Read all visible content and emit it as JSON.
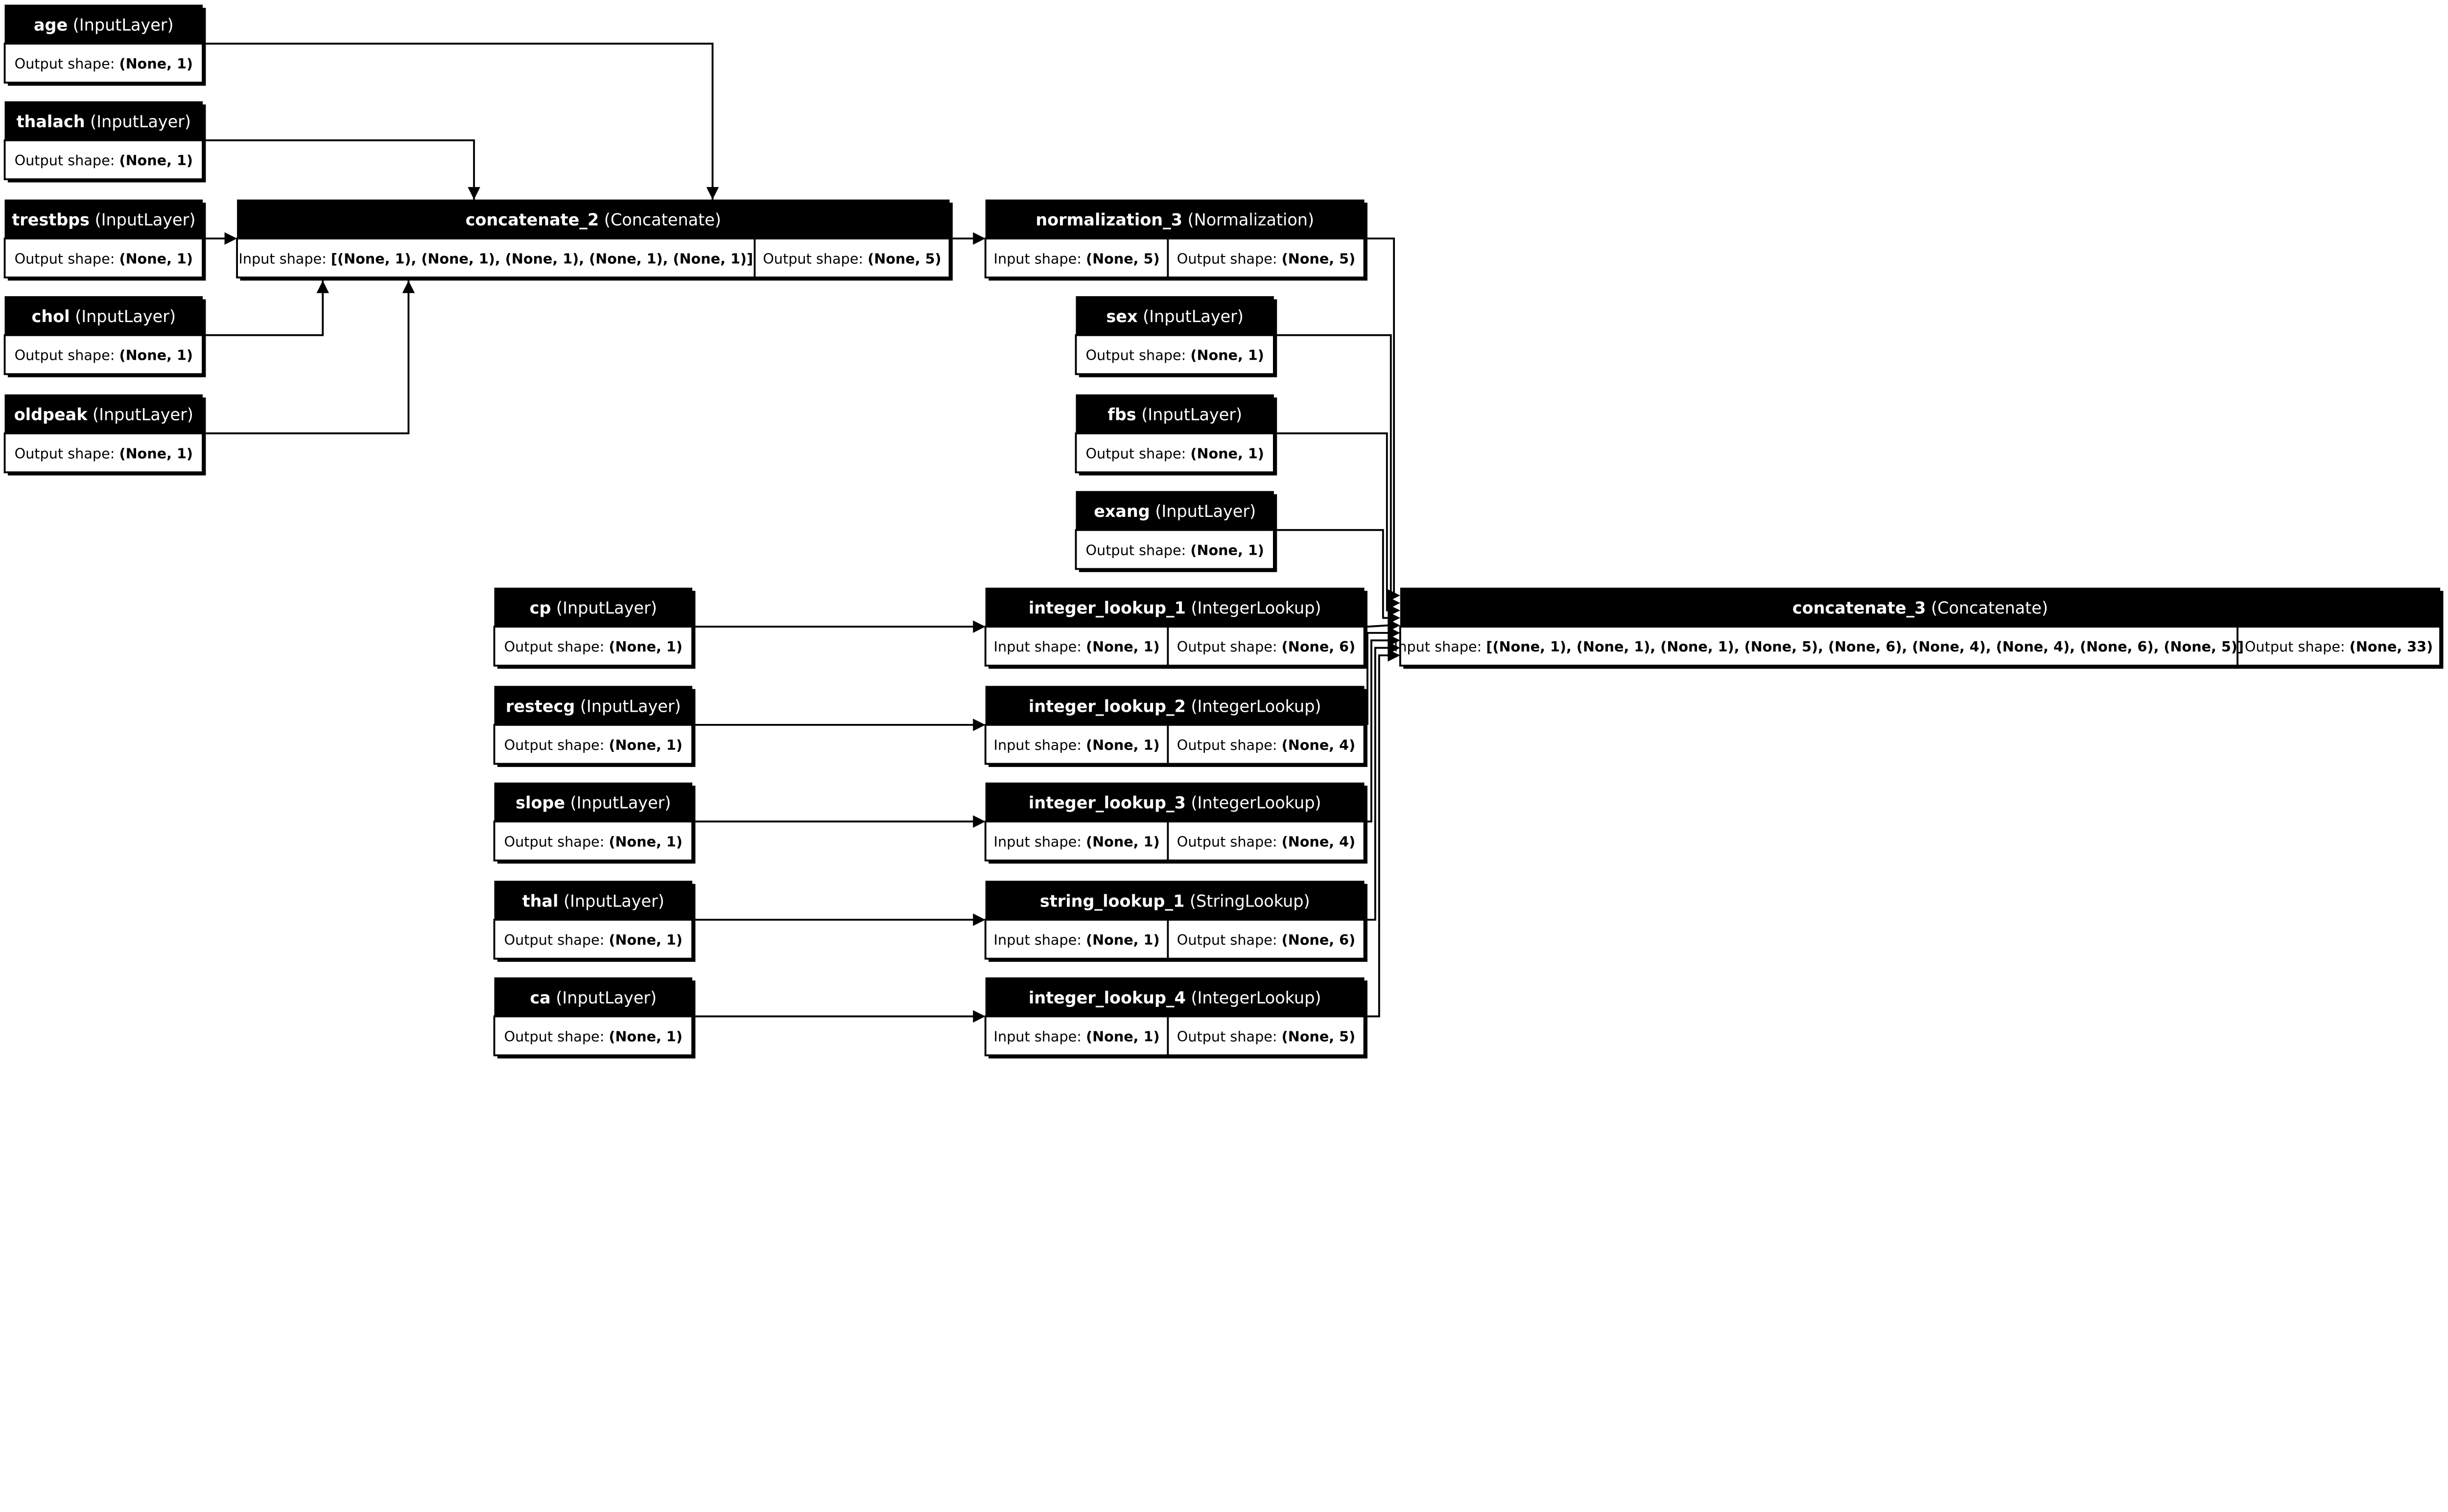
{
  "labels": {
    "input_shape": "Input shape: ",
    "output_shape": "Output shape: "
  },
  "colors": {
    "header": "#000000",
    "body": "#ffffff",
    "edge": "#000000"
  },
  "nodes": [
    {
      "id": "age",
      "name": "age",
      "type": "(InputLayer)",
      "output": "(None, 1)"
    },
    {
      "id": "thalach",
      "name": "thalach",
      "type": "(InputLayer)",
      "output": "(None, 1)"
    },
    {
      "id": "trestbps",
      "name": "trestbps",
      "type": "(InputLayer)",
      "output": "(None, 1)"
    },
    {
      "id": "chol",
      "name": "chol",
      "type": "(InputLayer)",
      "output": "(None, 1)"
    },
    {
      "id": "oldpeak",
      "name": "oldpeak",
      "type": "(InputLayer)",
      "output": "(None, 1)"
    },
    {
      "id": "concatenate_2",
      "name": "concatenate_2",
      "type": "(Concatenate)",
      "input": "[(None, 1), (None, 1), (None, 1), (None, 1), (None, 1)]",
      "output": "(None, 5)"
    },
    {
      "id": "normalization_3",
      "name": "normalization_3",
      "type": "(Normalization)",
      "input": "(None, 5)",
      "output": "(None, 5)"
    },
    {
      "id": "sex",
      "name": "sex",
      "type": "(InputLayer)",
      "output": "(None, 1)"
    },
    {
      "id": "fbs",
      "name": "fbs",
      "type": "(InputLayer)",
      "output": "(None, 1)"
    },
    {
      "id": "exang",
      "name": "exang",
      "type": "(InputLayer)",
      "output": "(None, 1)"
    },
    {
      "id": "cp",
      "name": "cp",
      "type": "(InputLayer)",
      "output": "(None, 1)"
    },
    {
      "id": "restecg",
      "name": "restecg",
      "type": "(InputLayer)",
      "output": "(None, 1)"
    },
    {
      "id": "slope",
      "name": "slope",
      "type": "(InputLayer)",
      "output": "(None, 1)"
    },
    {
      "id": "thal",
      "name": "thal",
      "type": "(InputLayer)",
      "output": "(None, 1)"
    },
    {
      "id": "ca",
      "name": "ca",
      "type": "(InputLayer)",
      "output": "(None, 1)"
    },
    {
      "id": "integer_lookup_1",
      "name": "integer_lookup_1",
      "type": "(IntegerLookup)",
      "input": "(None, 1)",
      "output": "(None, 6)"
    },
    {
      "id": "integer_lookup_2",
      "name": "integer_lookup_2",
      "type": "(IntegerLookup)",
      "input": "(None, 1)",
      "output": "(None, 4)"
    },
    {
      "id": "integer_lookup_3",
      "name": "integer_lookup_3",
      "type": "(IntegerLookup)",
      "input": "(None, 1)",
      "output": "(None, 4)"
    },
    {
      "id": "string_lookup_1",
      "name": "string_lookup_1",
      "type": "(StringLookup)",
      "input": "(None, 1)",
      "output": "(None, 6)"
    },
    {
      "id": "integer_lookup_4",
      "name": "integer_lookup_4",
      "type": "(IntegerLookup)",
      "input": "(None, 1)",
      "output": "(None, 5)"
    },
    {
      "id": "concatenate_3",
      "name": "concatenate_3",
      "type": "(Concatenate)",
      "input": "[(None, 1), (None, 1), (None, 1), (None, 5), (None, 6), (None, 4), (None, 4), (None, 6), (None, 5)]",
      "output": "(None, 33)"
    }
  ],
  "edges": [
    [
      "age",
      "concatenate_2"
    ],
    [
      "thalach",
      "concatenate_2"
    ],
    [
      "trestbps",
      "concatenate_2"
    ],
    [
      "chol",
      "concatenate_2"
    ],
    [
      "oldpeak",
      "concatenate_2"
    ],
    [
      "concatenate_2",
      "normalization_3"
    ],
    [
      "cp",
      "integer_lookup_1"
    ],
    [
      "restecg",
      "integer_lookup_2"
    ],
    [
      "slope",
      "integer_lookup_3"
    ],
    [
      "thal",
      "string_lookup_1"
    ],
    [
      "ca",
      "integer_lookup_4"
    ],
    [
      "normalization_3",
      "concatenate_3"
    ],
    [
      "sex",
      "concatenate_3"
    ],
    [
      "fbs",
      "concatenate_3"
    ],
    [
      "exang",
      "concatenate_3"
    ],
    [
      "integer_lookup_1",
      "concatenate_3"
    ],
    [
      "integer_lookup_2",
      "concatenate_3"
    ],
    [
      "integer_lookup_3",
      "concatenate_3"
    ],
    [
      "string_lookup_1",
      "concatenate_3"
    ],
    [
      "integer_lookup_4",
      "concatenate_3"
    ]
  ]
}
